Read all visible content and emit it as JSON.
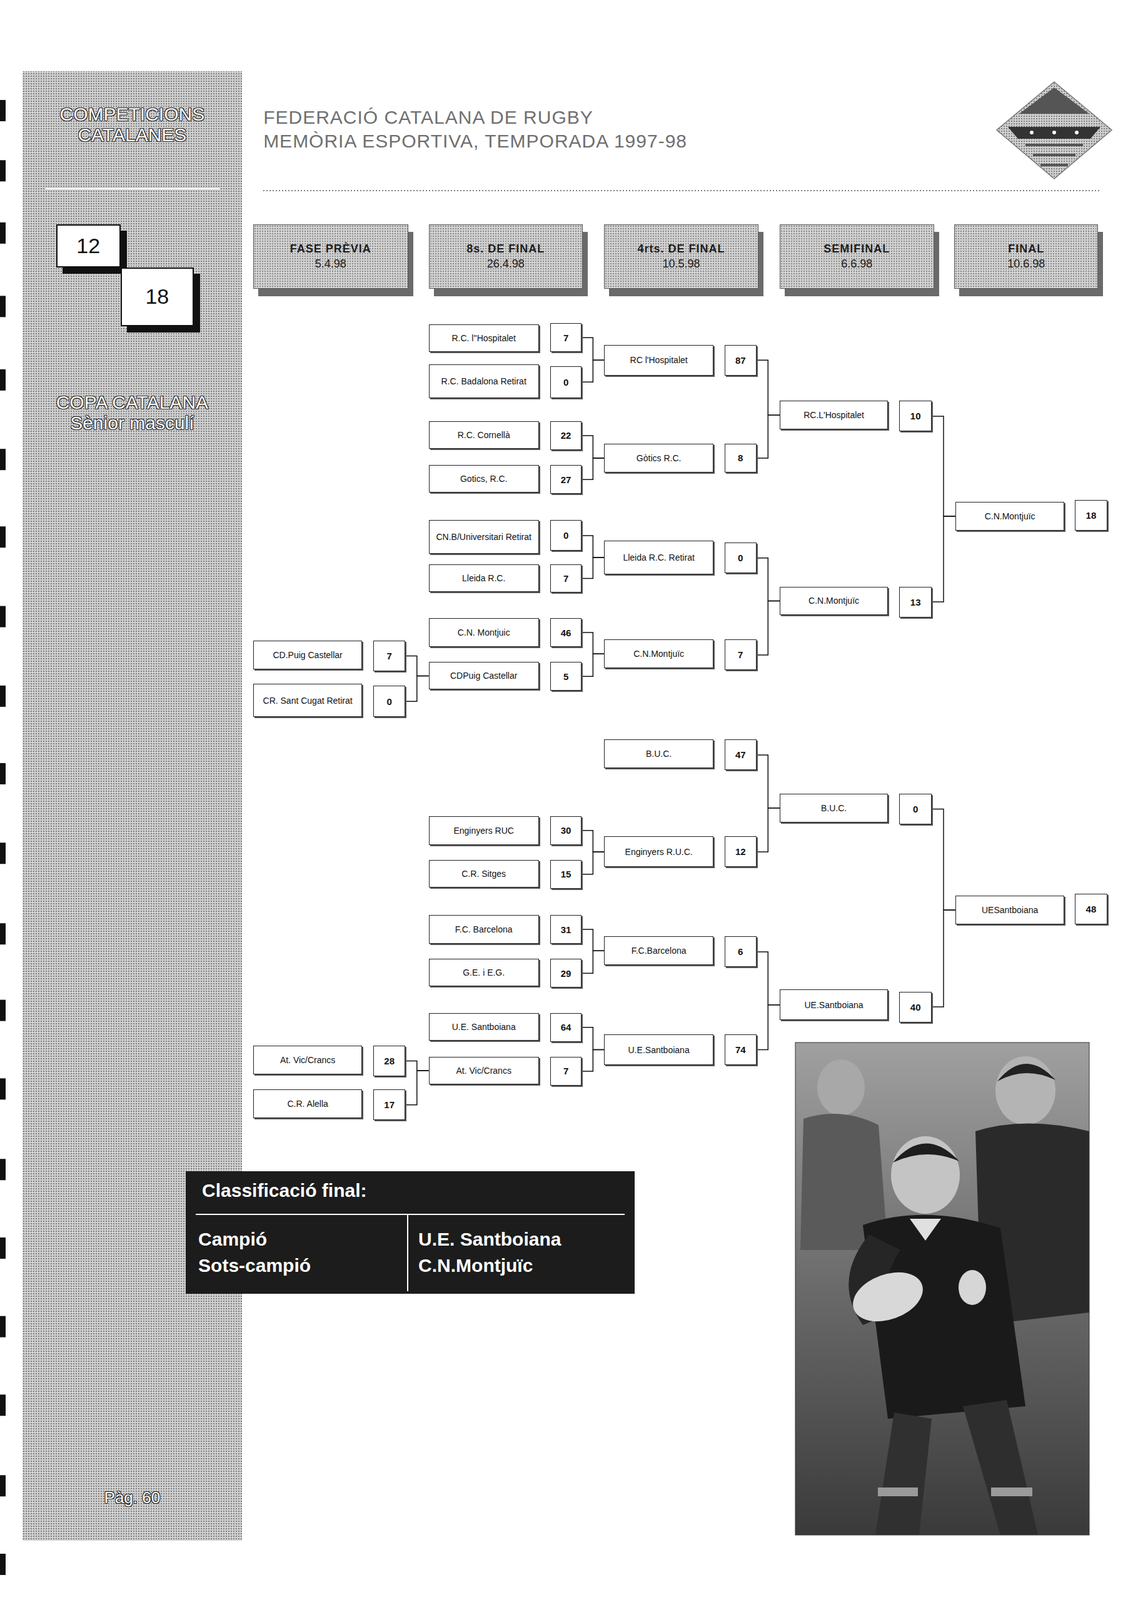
{
  "diagram": {
    "title": "FEDERACIÓ CATALANA DE RUGBY",
    "nodes": [
      {
        "text": [
          "12"
        ]
      },
      {
        "text": [
          "18"
        ]
      },
      {
        "text": [
          "FASE PRÈVIA",
          "5.4.98"
        ]
      },
      {
        "text": [
          "8s. DE FINAL",
          "26.4.98"
        ]
      },
      {
        "text": [
          "4rts. DE FINAL",
          "10.5.98"
        ]
      },
      {
        "text": [
          "SEMIFINAL",
          "6.6.98"
        ]
      },
      {
        "text": [
          "FINAL",
          "10.6.98"
        ]
      },
      {
        "text": [
          "R.C. l''Hospitalet"
        ]
      },
      {
        "text": [
          "7"
        ]
      },
      {
        "text": [
          "RC l'Hospitalet"
        ]
      },
      {
        "text": [
          "87"
        ]
      },
      {
        "text": [
          "R.C. Badalona Retirat"
        ]
      },
      {
        "text": [
          "0"
        ]
      },
      {
        "text": [
          "RC.L'Hospitalet"
        ]
      },
      {
        "text": [
          "10"
        ]
      },
      {
        "text": [
          "R.C. Cornellà"
        ]
      },
      {
        "text": [
          "22"
        ]
      },
      {
        "text": [
          "Gòtics R.C."
        ]
      },
      {
        "text": [
          "8"
        ]
      },
      {
        "text": [
          "Gotics, R.C."
        ]
      },
      {
        "text": [
          "27"
        ]
      },
      {
        "text": [
          "C.N.Montjuïc"
        ]
      },
      {
        "text": [
          "18"
        ]
      },
      {
        "text": [
          "CN.B/Universitari Retirat"
        ]
      },
      {
        "text": [
          "0"
        ]
      },
      {
        "text": [
          "Lleida R.C. Retirat"
        ]
      },
      {
        "text": [
          "0"
        ]
      },
      {
        "text": [
          "Lleida R.C."
        ]
      },
      {
        "text": [
          "7"
        ]
      },
      {
        "text": [
          "C.N.Montjuïc"
        ]
      },
      {
        "text": [
          "13"
        ]
      },
      {
        "text": [
          "C.N. Montjuic"
        ]
      },
      {
        "text": [
          "46"
        ]
      },
      {
        "text": [
          "CD.Puig Castellar"
        ]
      },
      {
        "text": [
          "7"
        ]
      },
      {
        "text": [
          "C.N.Montjuïc"
        ]
      },
      {
        "text": [
          "7"
        ]
      },
      {
        "text": [
          "CDPuig Castellar"
        ]
      },
      {
        "text": [
          "5"
        ]
      },
      {
        "text": [
          "CR. Sant Cugat Retirat"
        ]
      },
      {
        "text": [
          "0"
        ]
      },
      {
        "text": [
          "B.U.C."
        ]
      },
      {
        "text": [
          "47"
        ]
      },
      {
        "text": [
          "B.U.C."
        ]
      },
      {
        "text": [
          "0"
        ]
      },
      {
        "text": [
          "Enginyers RUC"
        ]
      },
      {
        "text": [
          "30"
        ]
      },
      {
        "text": [
          "Enginyers R.U.C."
        ]
      },
      {
        "text": [
          "12"
        ]
      },
      {
        "text": [
          "C.R. Sitges"
        ]
      },
      {
        "text": [
          "15"
        ]
      },
      {
        "text": [
          "UESantboiana"
        ]
      },
      {
        "text": [
          "48"
        ]
      },
      {
        "text": [
          "F.C. Barcelona"
        ]
      },
      {
        "text": [
          "31"
        ]
      },
      {
        "text": [
          "F.C.Barcelona"
        ]
      },
      {
        "text": [
          "6"
        ]
      },
      {
        "text": [
          "G.E. i E.G."
        ]
      },
      {
        "text": [
          "29"
        ]
      },
      {
        "text": [
          "UE.Santboiana"
        ]
      },
      {
        "text": [
          "40"
        ]
      },
      {
        "text": [
          "U.E. Santboiana"
        ]
      },
      {
        "text": [
          "64"
        ]
      },
      {
        "text": [
          "U.E.Santboiana"
        ]
      },
      {
        "text": [
          "74"
        ]
      },
      {
        "text": [
          "At. Vic/Crancs"
        ]
      },
      {
        "text": [
          "28"
        ]
      },
      {
        "text": [
          "At. Vic/Crancs"
        ]
      },
      {
        "text": [
          "7"
        ]
      },
      {
        "text": [
          "C.R. Alella"
        ]
      },
      {
        "text": [
          "17"
        ]
      },
      {
        "text": [
          "Classificació final:",
          "Campió",
          "Sots-campió",
          "U.E. Santboiana",
          "C.N.Montjuïc"
        ]
      }
    ],
    "edges": [
      {
        "from": 8,
        "to": 9,
        "arrow": "none"
      },
      {
        "from": 12,
        "to": 9,
        "arrow": "none"
      },
      {
        "from": 16,
        "to": 17,
        "arrow": "none"
      },
      {
        "from": 20,
        "to": 17,
        "arrow": "none"
      },
      {
        "from": 24,
        "to": 25,
        "arrow": "none"
      },
      {
        "from": 28,
        "to": 25,
        "arrow": "none"
      },
      {
        "from": 32,
        "to": 35,
        "arrow": "none"
      },
      {
        "from": 38,
        "to": 35,
        "arrow": "none"
      },
      {
        "from": 34,
        "to": 37,
        "arrow": "none"
      },
      {
        "from": 40,
        "to": 37,
        "arrow": "none"
      },
      {
        "from": 10,
        "to": 13,
        "arrow": "none"
      },
      {
        "from": 18,
        "to": 13,
        "arrow": "none"
      },
      {
        "from": 26,
        "to": 29,
        "arrow": "none"
      },
      {
        "from": 36,
        "to": 29,
        "arrow": "none"
      },
      {
        "from": 14,
        "to": 21,
        "arrow": "none"
      },
      {
        "from": 30,
        "to": 21,
        "arrow": "none"
      },
      {
        "from": 42,
        "to": 43,
        "arrow": "none"
      },
      {
        "from": 48,
        "to": 43,
        "arrow": "none"
      },
      {
        "from": 46,
        "to": 47,
        "arrow": "none"
      },
      {
        "from": 50,
        "to": 47,
        "arrow": "none"
      },
      {
        "from": 54,
        "to": 55,
        "arrow": "none"
      },
      {
        "from": 58,
        "to": 55,
        "arrow": "none"
      },
      {
        "from": 62,
        "to": 63,
        "arrow": "none"
      },
      {
        "from": 68,
        "to": 63,
        "arrow": "none"
      },
      {
        "from": 66,
        "to": 67,
        "arrow": "none"
      },
      {
        "from": 70,
        "to": 67,
        "arrow": "none"
      },
      {
        "from": 56,
        "to": 59,
        "arrow": "none"
      },
      {
        "from": 64,
        "to": 59,
        "arrow": "none"
      },
      {
        "from": 44,
        "to": 51,
        "arrow": "none"
      },
      {
        "from": 60,
        "to": 51,
        "arrow": "none"
      }
    ],
    "labels": [
      "COMPETICIONS CATALANES",
      "COPA CATALANA Sènior masculí",
      "MEMÒRIA ESPORTIVA, TEMPORADA 1997-98",
      "Pàg. 60"
    ]
  }
}
